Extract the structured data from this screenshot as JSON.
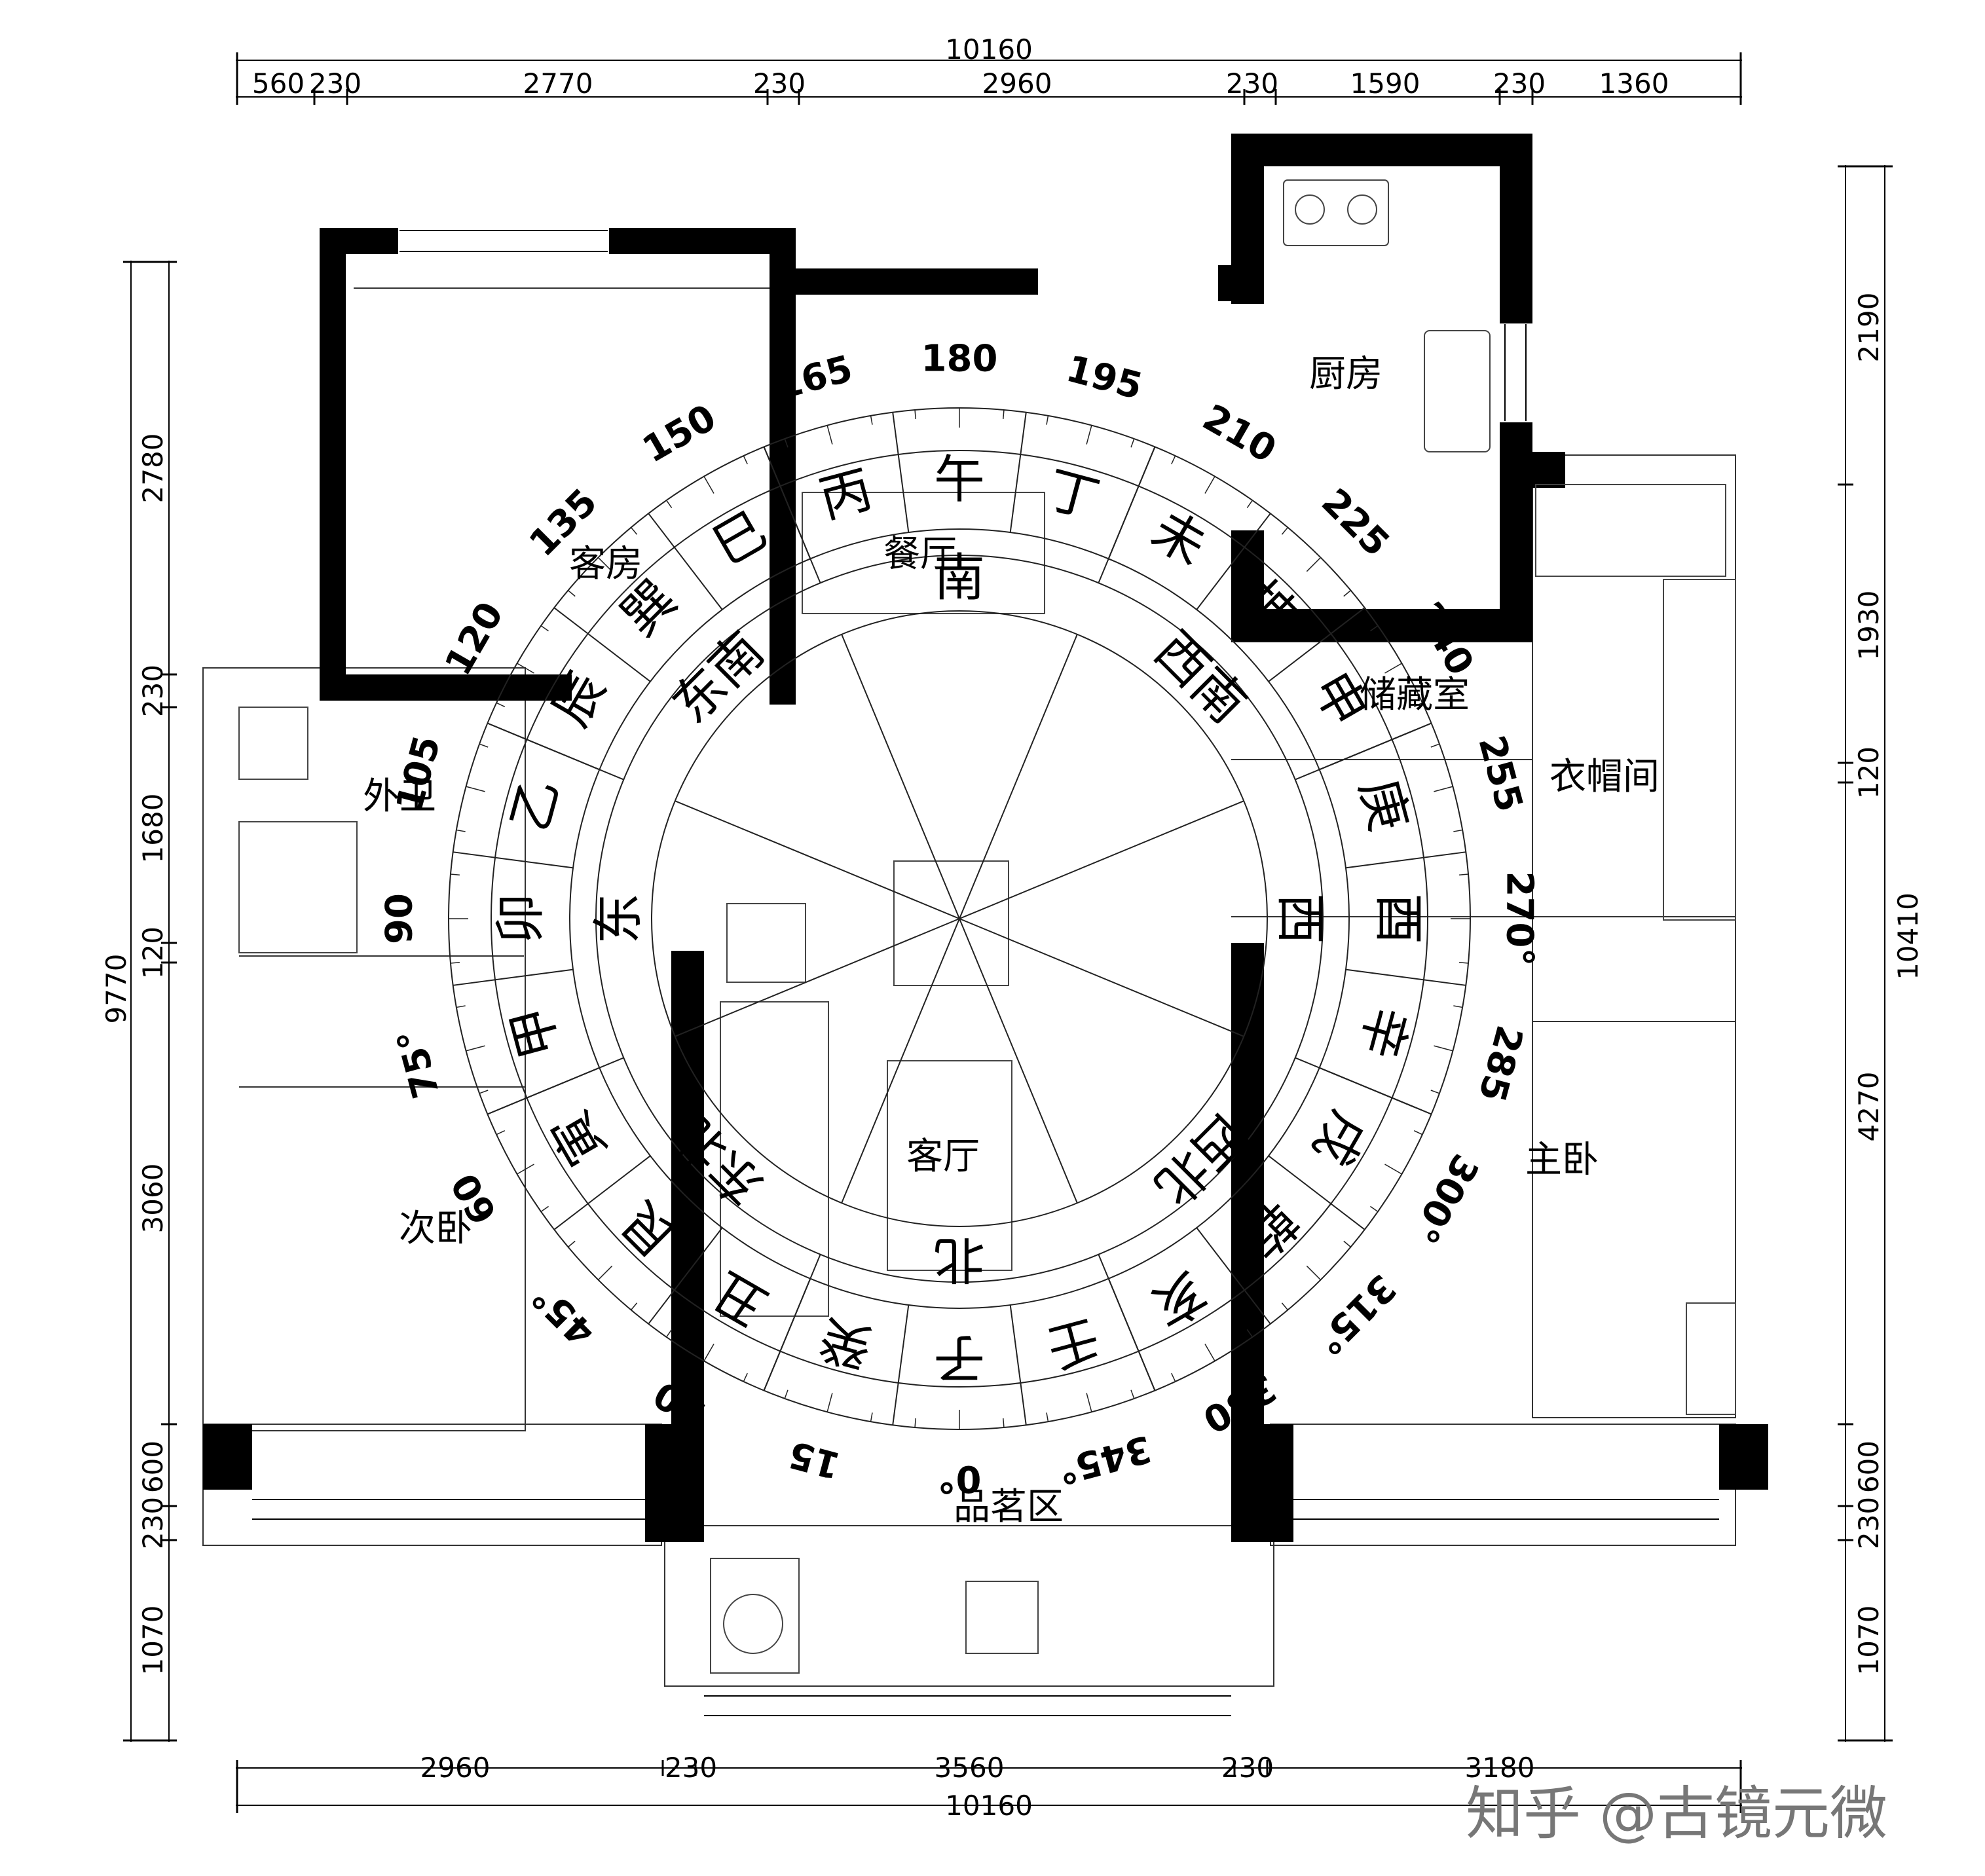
{
  "dims": {
    "top_total": "10160",
    "top_segments": [
      "560",
      "230",
      "2770",
      "230",
      "2960",
      "230",
      "1590",
      "230",
      "1360"
    ],
    "bottom_total": "10160",
    "bottom_segments": [
      "2960",
      "230",
      "3560",
      "230",
      "3180"
    ],
    "left_total": "9770",
    "left_segments": [
      "2780",
      "230",
      "1680",
      "120",
      "3060",
      "600",
      "230",
      "1070"
    ],
    "right_total": "10410",
    "right_segments": [
      "2190",
      "1930",
      "120",
      "4270",
      "600",
      "230",
      "1070"
    ]
  },
  "rooms": {
    "guest_room": "客房",
    "dining": "餐厅",
    "kitchen": "厨房",
    "storage": "储藏室",
    "wardrobe": "衣帽间",
    "outer_bath": "外卫",
    "living": "客厅",
    "second_bedroom": "次卧",
    "master_bedroom": "主卧",
    "tea_area": "品茗区"
  },
  "mountains": [
    "子",
    "癸",
    "丑",
    "艮",
    "寅",
    "甲",
    "卯",
    "乙",
    "辰",
    "巽",
    "巳",
    "丙",
    "午",
    "丁",
    "未",
    "坤",
    "申",
    "庚",
    "酉",
    "辛",
    "戌",
    "乾",
    "亥",
    "壬"
  ],
  "directions": [
    "北",
    "东北",
    "东",
    "东南",
    "南",
    "西南",
    "西",
    "西北"
  ],
  "degree_labels": [
    "0°",
    "15",
    "30",
    "45°",
    "60",
    "75°",
    "90",
    "105",
    "120",
    "135",
    "150",
    "165",
    "180",
    "195",
    "210",
    "225",
    "240",
    "255",
    "270°",
    "285",
    "300°",
    "315°",
    "330",
    "345°"
  ],
  "watermark": "知乎 @古镜元微"
}
